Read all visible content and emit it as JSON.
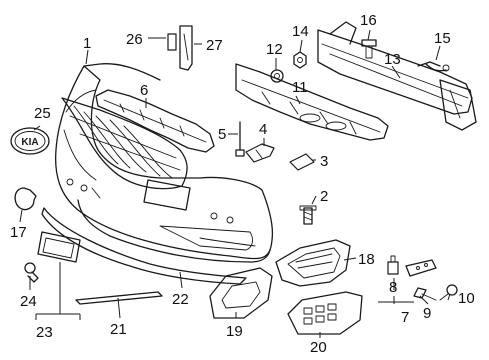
{
  "figure": {
    "callouts": [
      {
        "id": "c1",
        "label": "1"
      },
      {
        "id": "c2",
        "label": "2"
      },
      {
        "id": "c3",
        "label": "3"
      },
      {
        "id": "c4",
        "label": "4"
      },
      {
        "id": "c5",
        "label": "5"
      },
      {
        "id": "c6",
        "label": "6"
      },
      {
        "id": "c7",
        "label": "7"
      },
      {
        "id": "c8",
        "label": "8"
      },
      {
        "id": "c9",
        "label": "9"
      },
      {
        "id": "c10",
        "label": "10"
      },
      {
        "id": "c11",
        "label": "11"
      },
      {
        "id": "c12",
        "label": "12"
      },
      {
        "id": "c13",
        "label": "13"
      },
      {
        "id": "c14",
        "label": "14"
      },
      {
        "id": "c15",
        "label": "15"
      },
      {
        "id": "c16",
        "label": "16"
      },
      {
        "id": "c17",
        "label": "17"
      },
      {
        "id": "c18",
        "label": "18"
      },
      {
        "id": "c19",
        "label": "19"
      },
      {
        "id": "c20",
        "label": "20"
      },
      {
        "id": "c21",
        "label": "21"
      },
      {
        "id": "c22",
        "label": "22"
      },
      {
        "id": "c23",
        "label": "23"
      },
      {
        "id": "c24",
        "label": "24"
      },
      {
        "id": "c25",
        "label": "25"
      },
      {
        "id": "c26",
        "label": "26"
      },
      {
        "id": "c27",
        "label": "27"
      }
    ],
    "emblem_text": "KIA"
  }
}
